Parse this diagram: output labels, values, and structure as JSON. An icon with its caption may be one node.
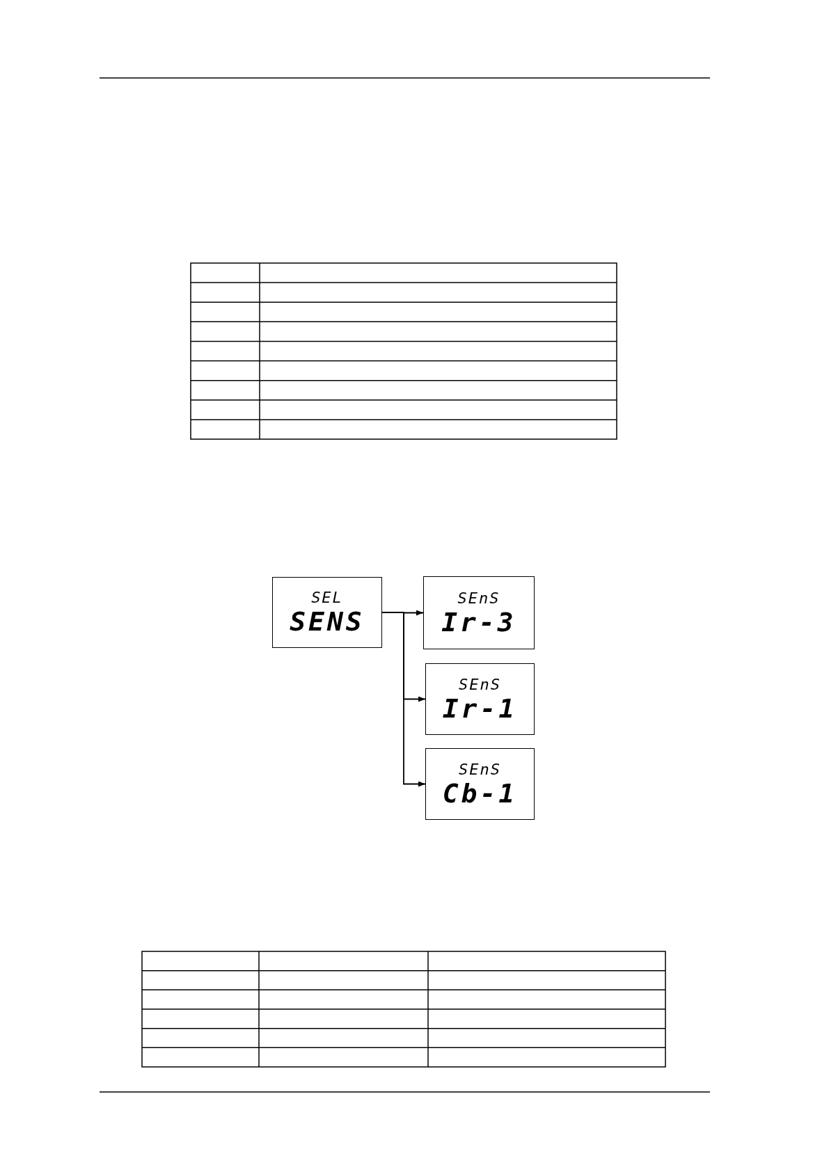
{
  "diagram": {
    "nodes": [
      {
        "text": [
          "SEL",
          "SENS"
        ]
      },
      {
        "text": [
          "SEnS",
          "Ir-3"
        ]
      },
      {
        "text": [
          "SEnS",
          "Ir-1"
        ]
      },
      {
        "text": [
          "SEnS",
          "Cb-1"
        ]
      }
    ],
    "edges": [
      {
        "from": 0,
        "to": 1,
        "arrow": "to"
      },
      {
        "from": 0,
        "to": 2,
        "arrow": "to"
      },
      {
        "from": 0,
        "to": 3,
        "arrow": "to"
      }
    ]
  }
}
